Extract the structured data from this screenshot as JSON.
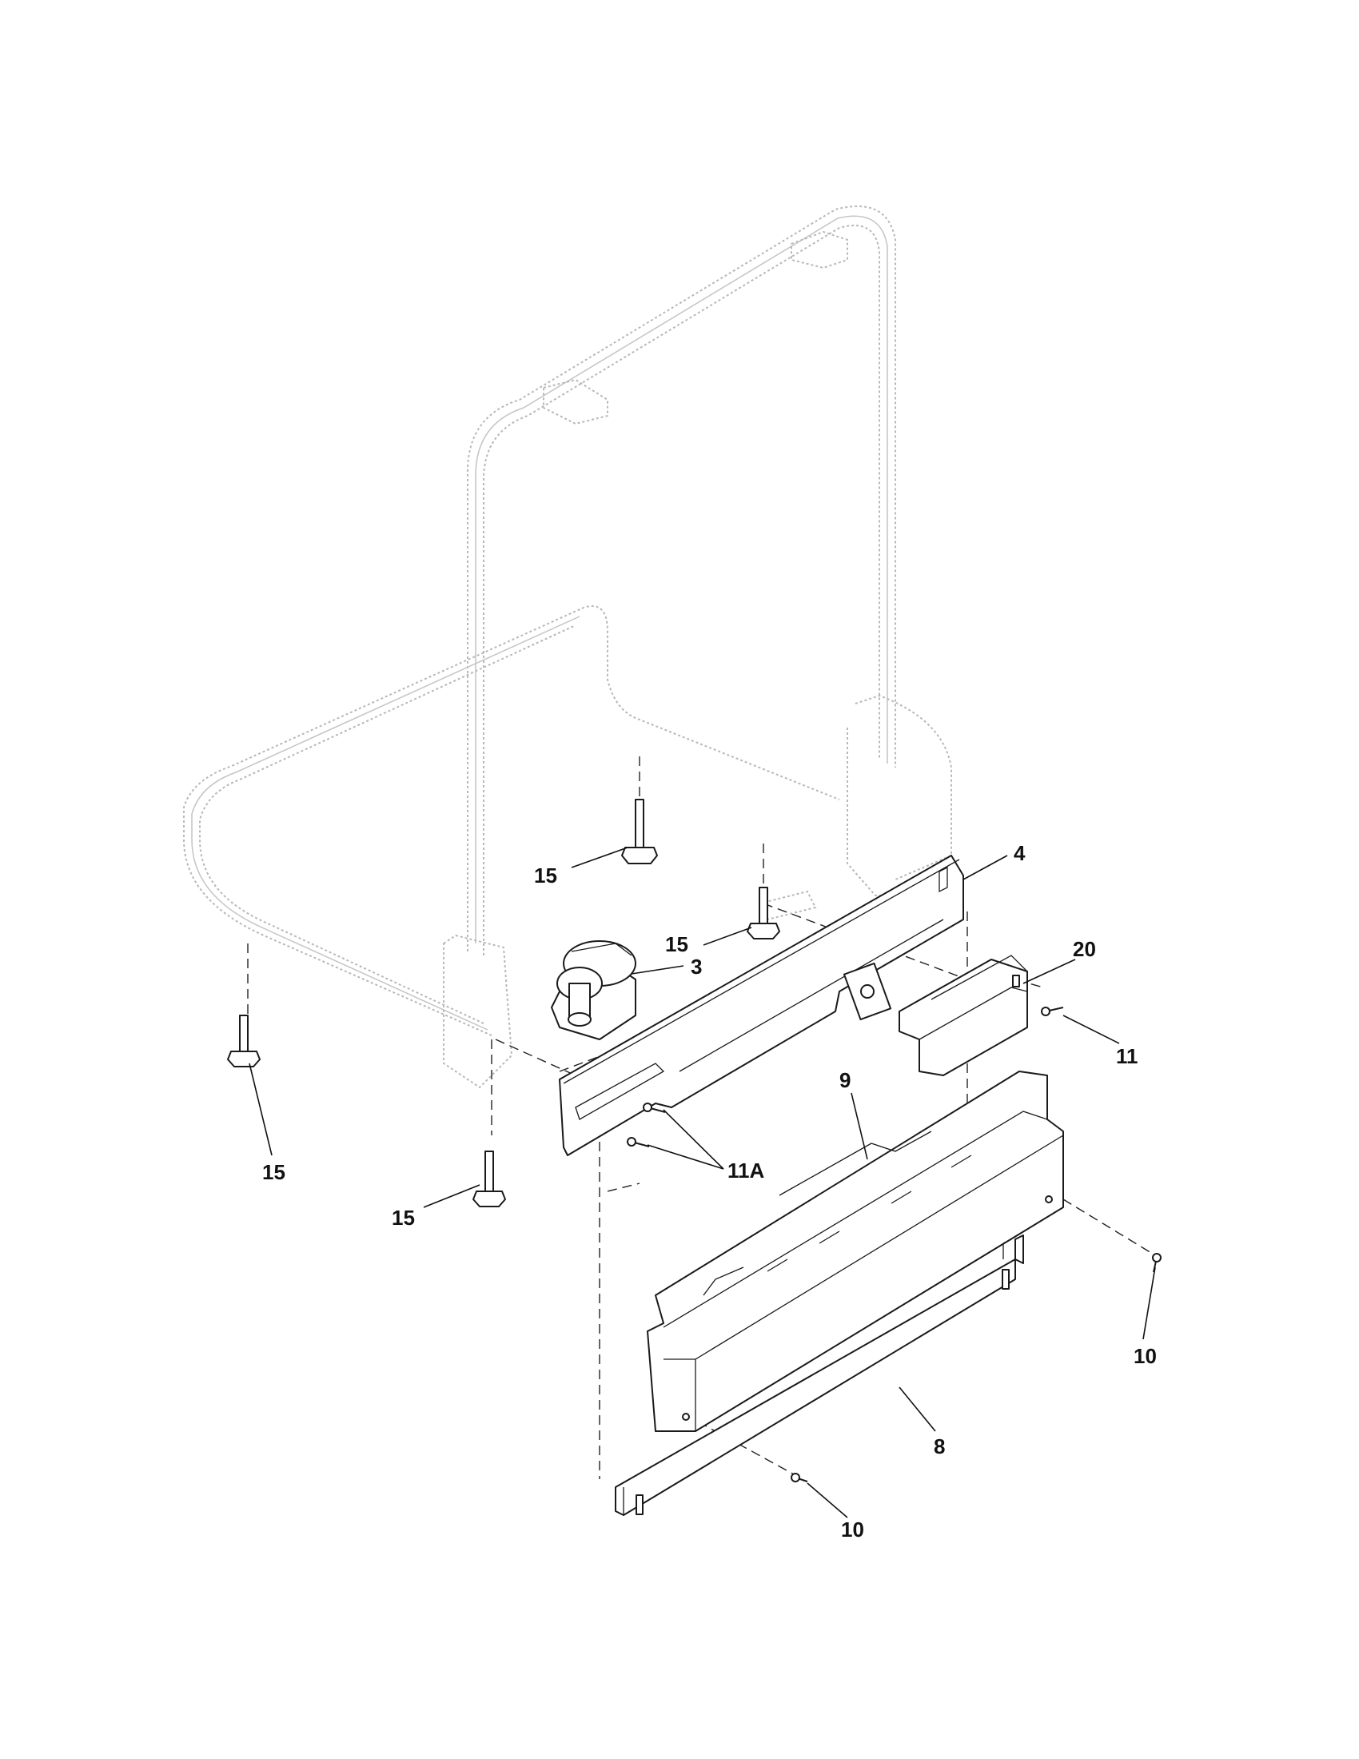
{
  "callouts": [
    {
      "id": "leg-back-left",
      "text": "15"
    },
    {
      "id": "leg-back-right",
      "text": "15"
    },
    {
      "id": "leg-front-left",
      "text": "15"
    },
    {
      "id": "leg-front-right",
      "text": "15"
    },
    {
      "id": "valve",
      "text": "3"
    },
    {
      "id": "front-rail",
      "text": "4"
    },
    {
      "id": "cover",
      "text": "20"
    },
    {
      "id": "screw-cover",
      "text": "11"
    },
    {
      "id": "screw-rail",
      "text": "11A"
    },
    {
      "id": "kick-panel",
      "text": "9"
    },
    {
      "id": "toe-plate",
      "text": "8"
    },
    {
      "id": "screw-right",
      "text": "10"
    },
    {
      "id": "screw-bottom",
      "text": "10"
    }
  ]
}
